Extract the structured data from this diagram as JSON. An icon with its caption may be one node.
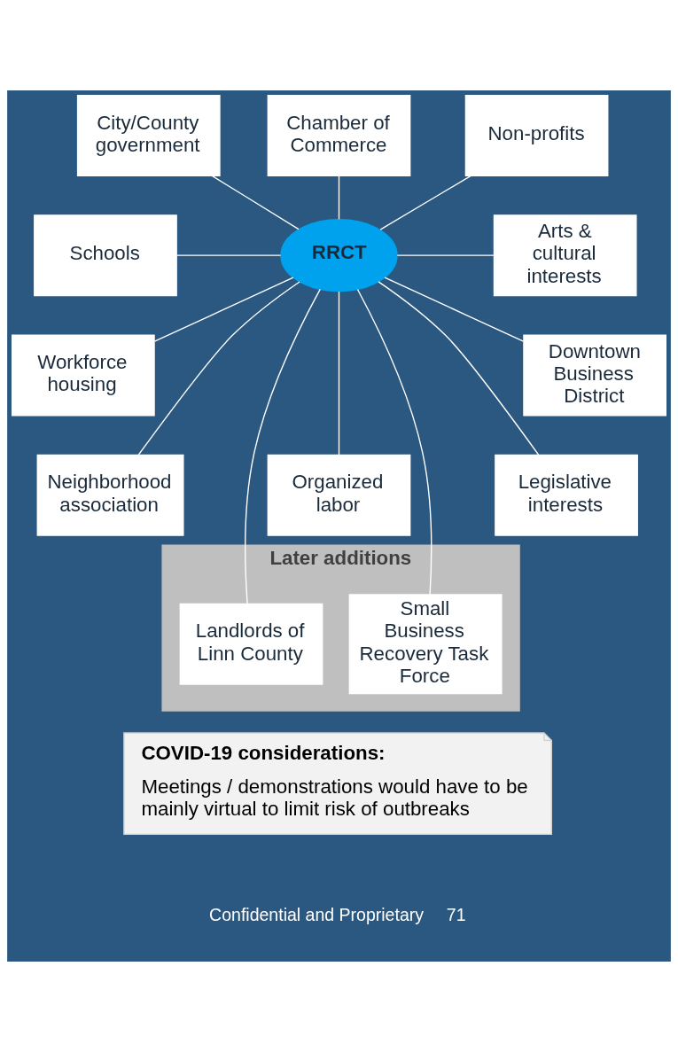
{
  "diagram": {
    "nodes": [
      {
        "text": [
          "City/County government"
        ]
      },
      {
        "text": [
          "Chamber of Commerce"
        ]
      },
      {
        "text": [
          "Non-profits"
        ]
      },
      {
        "text": [
          "Schools"
        ]
      },
      {
        "text": [
          "RRCT"
        ]
      },
      {
        "text": [
          "Arts & cultural interests"
        ]
      },
      {
        "text": [
          "Workforce housing"
        ]
      },
      {
        "text": [
          "Downtown Business District"
        ]
      },
      {
        "text": [
          "Neighborhood association"
        ]
      },
      {
        "text": [
          "Organized labor"
        ]
      },
      {
        "text": [
          "Legislative interests"
        ]
      },
      {
        "text": [
          "Later additions"
        ]
      },
      {
        "text": [
          "Landlords of Linn County"
        ],
        "in": 11
      },
      {
        "text": [
          "Small Business Recovery Task Force"
        ],
        "in": 11
      },
      {
        "text": [
          "COVID-19 considerations:",
          "Meetings / demonstrations would have to be mainly virtual to limit risk of outbreaks"
        ]
      }
    ],
    "edges": [
      {
        "from": 0,
        "to": 4,
        "arrow": "none"
      },
      {
        "from": 1,
        "to": 4,
        "arrow": "none"
      },
      {
        "from": 2,
        "to": 4,
        "arrow": "none"
      },
      {
        "from": 3,
        "to": 4,
        "arrow": "none"
      },
      {
        "from": 4,
        "to": 5,
        "arrow": "none"
      },
      {
        "from": 4,
        "to": 6,
        "arrow": "none"
      },
      {
        "from": 4,
        "to": 7,
        "arrow": "none"
      },
      {
        "from": 4,
        "to": 8,
        "arrow": "none"
      },
      {
        "from": 4,
        "to": 9,
        "arrow": "none"
      },
      {
        "from": 4,
        "to": 10,
        "arrow": "none"
      },
      {
        "from": 4,
        "to": 12,
        "arrow": "none"
      },
      {
        "from": 4,
        "to": 13,
        "arrow": "none"
      }
    ],
    "labels": [
      "Confidential and Proprietary",
      "71"
    ]
  }
}
